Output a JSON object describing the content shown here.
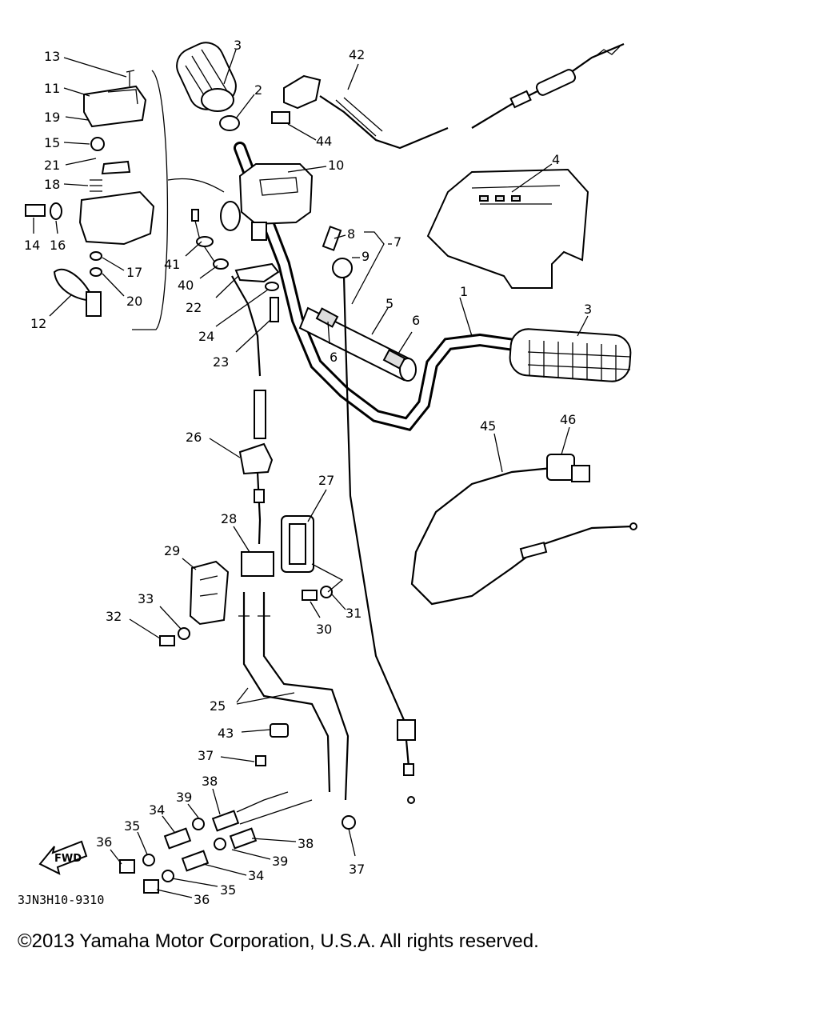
{
  "diagram": {
    "code": "3JN3H10-9310",
    "fwd_label": "FWD",
    "callouts": [
      {
        "id": "c13",
        "label": "13"
      },
      {
        "id": "c11",
        "label": "11"
      },
      {
        "id": "c19",
        "label": "19"
      },
      {
        "id": "c15",
        "label": "15"
      },
      {
        "id": "c21",
        "label": "21"
      },
      {
        "id": "c18",
        "label": "18"
      },
      {
        "id": "c14",
        "label": "14"
      },
      {
        "id": "c16",
        "label": "16"
      },
      {
        "id": "c17",
        "label": "17"
      },
      {
        "id": "c20",
        "label": "20"
      },
      {
        "id": "c12",
        "label": "12"
      },
      {
        "id": "c3a",
        "label": "3"
      },
      {
        "id": "c2",
        "label": "2"
      },
      {
        "id": "c42",
        "label": "42"
      },
      {
        "id": "c44",
        "label": "44"
      },
      {
        "id": "c10",
        "label": "10"
      },
      {
        "id": "c4",
        "label": "4"
      },
      {
        "id": "c8",
        "label": "8"
      },
      {
        "id": "c7",
        "label": "7"
      },
      {
        "id": "c9",
        "label": "9"
      },
      {
        "id": "c41",
        "label": "41"
      },
      {
        "id": "c40",
        "label": "40"
      },
      {
        "id": "c22",
        "label": "22"
      },
      {
        "id": "c24",
        "label": "24"
      },
      {
        "id": "c23",
        "label": "23"
      },
      {
        "id": "c5",
        "label": "5"
      },
      {
        "id": "c6a",
        "label": "6"
      },
      {
        "id": "c6b",
        "label": "6"
      },
      {
        "id": "c1",
        "label": "1"
      },
      {
        "id": "c3b",
        "label": "3"
      },
      {
        "id": "c45",
        "label": "45"
      },
      {
        "id": "c46",
        "label": "46"
      },
      {
        "id": "c26",
        "label": "26"
      },
      {
        "id": "c27",
        "label": "27"
      },
      {
        "id": "c28",
        "label": "28"
      },
      {
        "id": "c29",
        "label": "29"
      },
      {
        "id": "c33",
        "label": "33"
      },
      {
        "id": "c32",
        "label": "32"
      },
      {
        "id": "c31",
        "label": "31"
      },
      {
        "id": "c30",
        "label": "30"
      },
      {
        "id": "c25",
        "label": "25"
      },
      {
        "id": "c43",
        "label": "43"
      },
      {
        "id": "c37a",
        "label": "37"
      },
      {
        "id": "c39a",
        "label": "39"
      },
      {
        "id": "c38a",
        "label": "38"
      },
      {
        "id": "c34a",
        "label": "34"
      },
      {
        "id": "c35a",
        "label": "35"
      },
      {
        "id": "c36a",
        "label": "36"
      },
      {
        "id": "c38b",
        "label": "38"
      },
      {
        "id": "c39b",
        "label": "39"
      },
      {
        "id": "c34b",
        "label": "34"
      },
      {
        "id": "c37b",
        "label": "37"
      },
      {
        "id": "c35b",
        "label": "35"
      },
      {
        "id": "c36b",
        "label": "36"
      }
    ]
  },
  "footer": {
    "copyright": "©2013 Yamaha Motor Corporation, U.S.A. All rights reserved."
  }
}
